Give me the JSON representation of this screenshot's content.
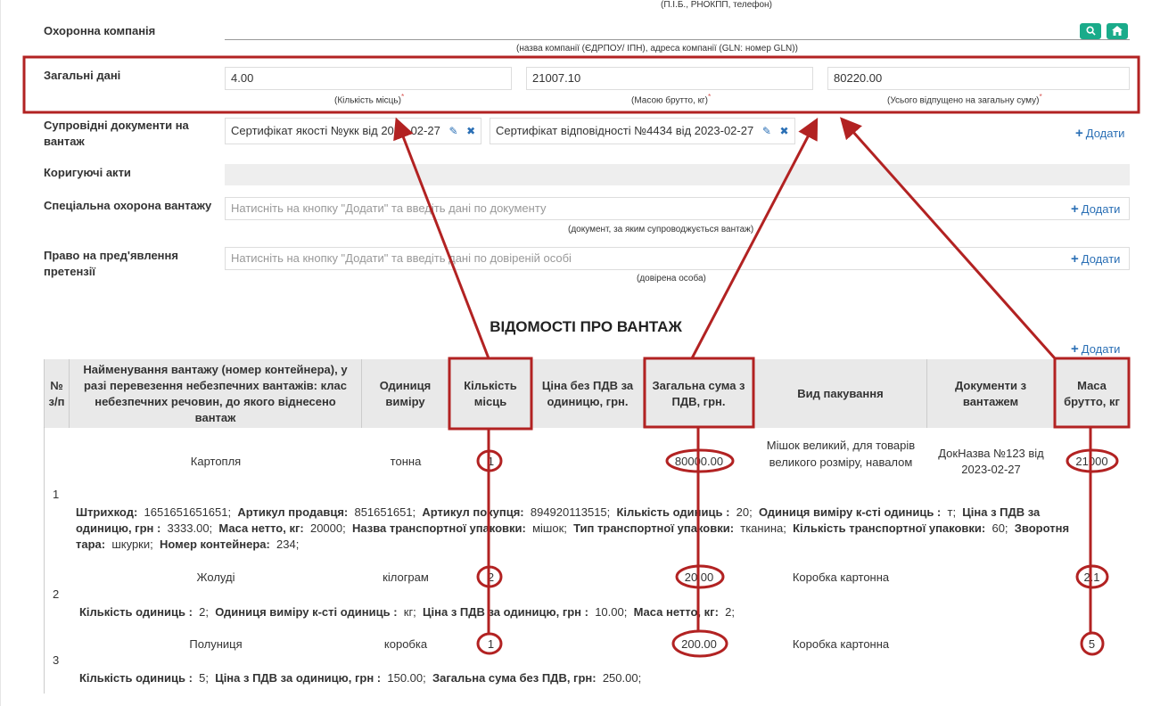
{
  "top_hint": "(П.І.Б., РНОКПП, телефон)",
  "security": {
    "label": "Охоронна компанія",
    "hint": "(назва компанії (ЄДРПОУ/ ІПН), адреса компанії (GLN: номер GLN))"
  },
  "general": {
    "label": "Загальні дані",
    "places": "4.00",
    "places_hint": "(Кількість місць)",
    "gross": "21007.10",
    "gross_hint": "(Масою брутто, кг)",
    "total": "80220.00",
    "total_hint": "(Усього відпущено на загальну суму)",
    "req": "*"
  },
  "docs": {
    "label": "Супровідні документи на вантаж",
    "chip1": "Сертифікат якості №укк від 2023-02-27",
    "chip2": "Сертифікат відповідності №4434 від 2023-02-27"
  },
  "corrective": {
    "label": "Коригуючі акти"
  },
  "special": {
    "label": "Спеціальна охорона вантажу",
    "placeholder": "Натисніть на кнопку \"Додати\" та введіть дані по документу",
    "hint": "(документ, за яким супроводжується вантаж)"
  },
  "claim": {
    "label": "Право на пред'явлення претензії",
    "placeholder": "Натисніть на кнопку \"Додати\" та введіть дані по довіреній особі",
    "hint": "(довірена особа)"
  },
  "add_label": "Додати",
  "section_title": "ВІДОМОСТІ ПРО ВАНТАЖ",
  "table": {
    "headers": [
      "№ з/п",
      "Найменування вантажу (номер контейнера), у разі перевезення небезпечних вантажів: клас небезпечних речовин, до якого віднесено вантаж",
      "Одиниця виміру",
      "Кількість місць",
      "Ціна без ПДВ за одиницю, грн.",
      "Загальна сума з ПДВ, грн.",
      "Вид пакування",
      "Документи з вантажем",
      "Маса брутто, кг"
    ],
    "rows": [
      {
        "n": "1",
        "name": "Картопля",
        "unit": "тонна",
        "places": "1",
        "sum": "80000.00",
        "pack": "Мішок великий, для товарів великого розміру, навалом",
        "docs": "ДокНазва №123 від 2023-02-27",
        "mass": "21000"
      },
      {
        "n": "2",
        "name": "Жолуді",
        "unit": "кілограм",
        "places": "2",
        "sum": "20.00",
        "pack": "Коробка картонна",
        "docs": "",
        "mass": "2.1"
      },
      {
        "n": "3",
        "name": "Полуниця",
        "unit": "коробка",
        "places": "1",
        "sum": "200.00",
        "pack": "Коробка картонна",
        "docs": "",
        "mass": "5"
      }
    ],
    "extra1": [
      [
        "Штрихкод:",
        "1651651651651"
      ],
      [
        "Артикул продавця:",
        "851651651"
      ],
      [
        "Артикул покупця:",
        "894920113515"
      ],
      [
        "Кількість одиниць :",
        "20"
      ],
      [
        "Одиниця виміру к-сті одиниць :",
        "т"
      ],
      [
        "Ціна з ПДВ за одиницю, грн :",
        "3333.00"
      ],
      [
        "Маса нетто, кг:",
        "20000"
      ],
      [
        "Назва транспортної упаковки:",
        "мішок"
      ],
      [
        "Тип транспортної упаковки:",
        "тканина"
      ],
      [
        "Кількість транспортної упаковки:",
        "60"
      ],
      [
        "Зворотня тара:",
        "шкурки"
      ],
      [
        "Номер контейнера:",
        "234"
      ]
    ],
    "extra2": [
      [
        "Кількість одиниць :",
        "2"
      ],
      [
        "Одиниця виміру к-сті одиниць :",
        "кг"
      ],
      [
        "Ціна з ПДВ за одиницю, грн :",
        "10.00"
      ],
      [
        "Маса нетто, кг:",
        "2"
      ]
    ],
    "extra3": [
      [
        "Кількість одиниць :",
        "5"
      ],
      [
        "Ціна з ПДВ за одиницю, грн :",
        "150.00"
      ],
      [
        "Загальна сума без ПДВ, грн:",
        "250.00"
      ]
    ]
  },
  "annotation_color": "#b22222"
}
